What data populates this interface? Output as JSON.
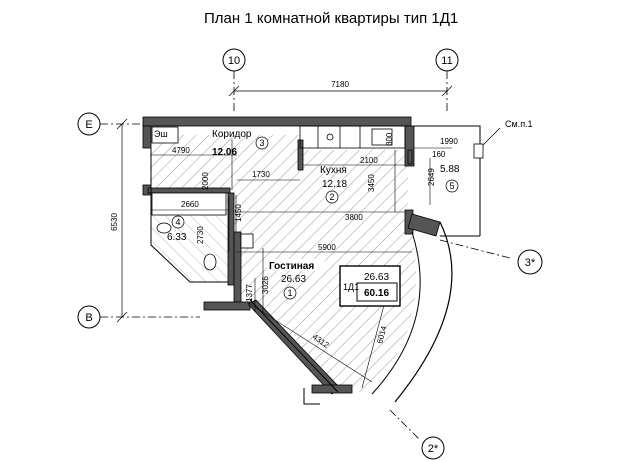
{
  "title": "План 1 комнатной квартиры тип 1Д1",
  "axes": {
    "col_left": "10",
    "col_right": "11",
    "row_top": "Е",
    "row_bottom": "В",
    "diag_3": "3*",
    "diag_2": "2*"
  },
  "dimensions": {
    "overall_width": "7180",
    "overall_height": "6530",
    "d_4790": "4790",
    "d_2000": "2000",
    "d_1730": "1730",
    "d_2100": "2100",
    "d_3450": "3450",
    "d_3800": "3800",
    "d_1450": "1450",
    "d_2660": "2660",
    "d_2730": "2730",
    "d_5900": "5900",
    "d_1377": "1377",
    "d_3026": "3026",
    "d_4312": "4312",
    "d_6014": "6014",
    "d_1990": "1990",
    "d_160": "160",
    "d_2649": "2649",
    "d_800": "800"
  },
  "rooms": [
    {
      "name": "Коридор",
      "area": "12.06",
      "number": "3"
    },
    {
      "name": "Кухня",
      "area": "12.18",
      "number": "2"
    },
    {
      "name": "",
      "area": "6.33",
      "number": "4"
    },
    {
      "name": "Гостиная",
      "area": "26.63",
      "number": "1"
    },
    {
      "name": "",
      "area": "5.88",
      "number": "5"
    }
  ],
  "labels": {
    "shaft": "Эш",
    "balcony_note": "См.п.1"
  },
  "summary": {
    "unit": "1Д1",
    "living_area": "26.63",
    "total_area": "60.16"
  }
}
